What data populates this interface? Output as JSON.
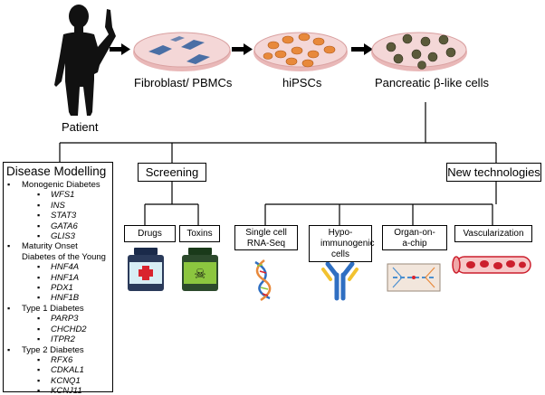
{
  "pipeline": {
    "patient": "Patient",
    "fibroblast": "Fibroblast/ PBMCs",
    "hipsc": "hiPSCs",
    "pancreatic": "Pancreatic β-like cells"
  },
  "disease_modelling": {
    "title": "Disease Modelling",
    "categories": [
      {
        "name": "Monogenic Diabetes",
        "genes": [
          "WFS1",
          "INS",
          "STAT3",
          "GATA6",
          "GLIS3"
        ]
      },
      {
        "name": "Maturity Onset Diabetes of the Young",
        "genes": [
          "HNF4A",
          "HNF1A",
          "PDX1",
          "HNF1B"
        ]
      },
      {
        "name": "Type 1 Diabetes",
        "genes": [
          "PARP3",
          "CHCHD2",
          "ITPR2"
        ]
      },
      {
        "name": "Type 2 Diabetes",
        "genes": [
          "RFX6",
          "CDKAL1",
          "KCNQ1",
          "KCNJ11"
        ]
      }
    ]
  },
  "screening": {
    "title": "Screening",
    "drugs": "Drugs",
    "toxins": "Toxins"
  },
  "new_technologies": {
    "title": "New technologies",
    "single_cell": "Single cell RNA-Seq",
    "hypo": "Hypo-immunogenic cells",
    "organ": "Organ-on-a-chip",
    "vascular": "Vascularization"
  },
  "colors": {
    "dish_fill": "#f4d7d7",
    "dish_rim": "#e9b8b8",
    "fibroblast": "#4a6fa5",
    "ipsc": "#e8893b",
    "beta_cell": "#5b5a3a",
    "drug_label": "#d8eef5",
    "drug_cross": "#d9232e",
    "toxin_label": "#8cc63f",
    "vessel": "#f7c9c9",
    "rbc": "#cc1f2d",
    "antibody_stem": "#2f6fc2",
    "antibody_arm": "#f2c230"
  }
}
